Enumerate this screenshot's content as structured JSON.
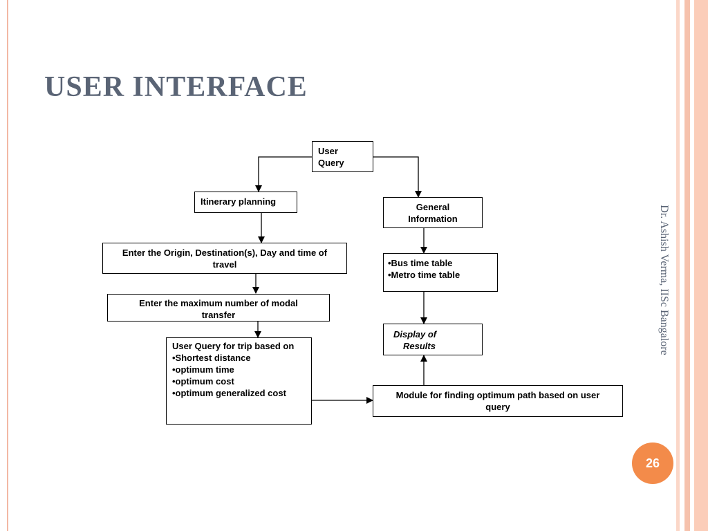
{
  "slide": {
    "title": "USER INTERFACE",
    "side_text": "Dr. Ashish Verma, IISc Bangalore",
    "page_number": "26",
    "accent_color": "#f38b4a",
    "title_color": "#5a6475"
  },
  "diagram": {
    "user_query": [
      "User",
      "Query"
    ],
    "itinerary_planning": "Itinerary planning",
    "enter_origin": [
      "Enter the Origin, Destination(s), Day and time of",
      "travel"
    ],
    "enter_max_transfer": [
      "Enter the maximum number of modal",
      "transfer"
    ],
    "user_query_trip": [
      "User Query for trip based on",
      "•Shortest distance",
      "•optimum time",
      "•optimum cost",
      "•optimum generalized cost"
    ],
    "general_information": [
      "General",
      "Information"
    ],
    "timetables": [
      "•Bus time table",
      "•Metro time table"
    ],
    "display_results": [
      "Display of",
      "Results"
    ],
    "module_optimum_path": [
      "Module for finding optimum path based on user",
      "query"
    ]
  }
}
